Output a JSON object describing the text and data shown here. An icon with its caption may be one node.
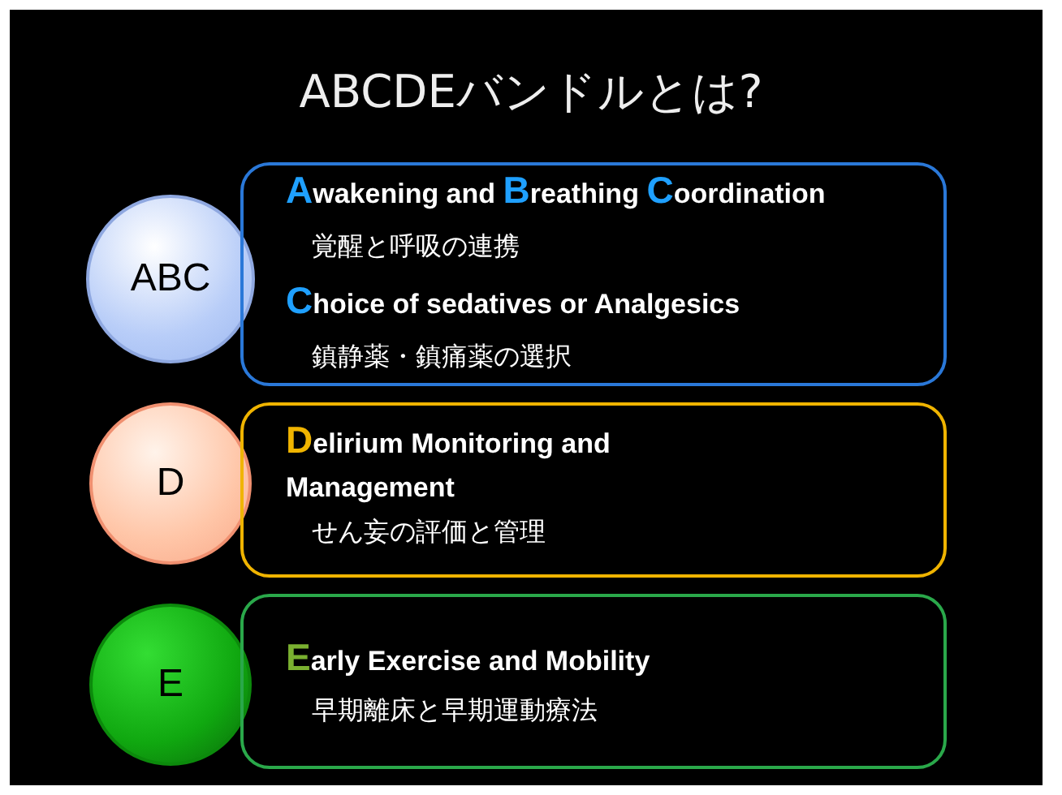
{
  "diagram": {
    "title": "ABCDEバンドルとは?",
    "nodes": [
      {
        "text": [
          "ABC"
        ]
      },
      {
        "text": [
          "**A**wakening and **B**reathing **C**oordination",
          "覚醒と呼吸の連携",
          "**C**hoice of sedatives or Analgesics",
          "鎮静薬・鎮痛薬の選択"
        ]
      },
      {
        "text": [
          "D"
        ]
      },
      {
        "text": [
          "**D**elirium Monitoring and Management",
          "せん妄の評価と管理"
        ]
      },
      {
        "text": [
          "E"
        ]
      },
      {
        "text": [
          "**E**arly Exercise and Mobility",
          "早期離床と早期運動療法"
        ]
      }
    ],
    "edges": []
  }
}
